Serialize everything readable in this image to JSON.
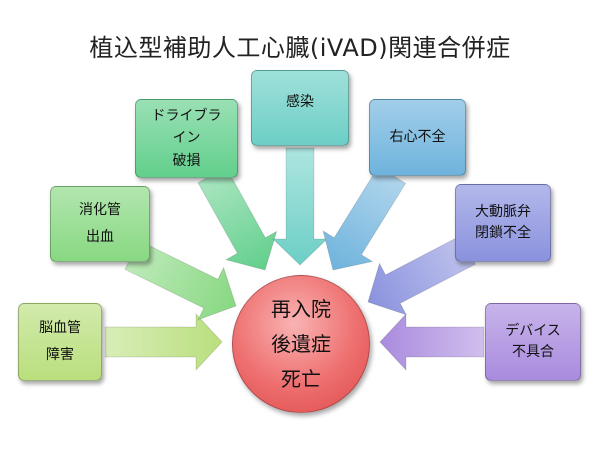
{
  "title": "植込型補助人工心臓(iVAD)関連合併症",
  "center": {
    "lines": [
      "再入院",
      "後遺症",
      "死亡"
    ]
  },
  "nodes": [
    {
      "id": "stroke",
      "lines": [
        "脳血管",
        "障害"
      ],
      "color": "#b9df7d"
    },
    {
      "id": "gi-bleed",
      "lines": [
        "消化管",
        "出血"
      ],
      "color": "#88d882"
    },
    {
      "id": "driveline",
      "lines": [
        "ドライブラ",
        "イン",
        "破損"
      ],
      "color": "#62cf8c"
    },
    {
      "id": "infection",
      "lines": [
        "感染"
      ],
      "color": "#6ccfc6"
    },
    {
      "id": "rv-failure",
      "lines": [
        "右心不全"
      ],
      "color": "#6fb3dd"
    },
    {
      "id": "aortic-valve",
      "lines": [
        "大動脈弁",
        "閉鎖不全"
      ],
      "color": "#8a92de"
    },
    {
      "id": "device",
      "lines": [
        "デバイス",
        "不具合"
      ],
      "color": "#a98bde"
    }
  ]
}
